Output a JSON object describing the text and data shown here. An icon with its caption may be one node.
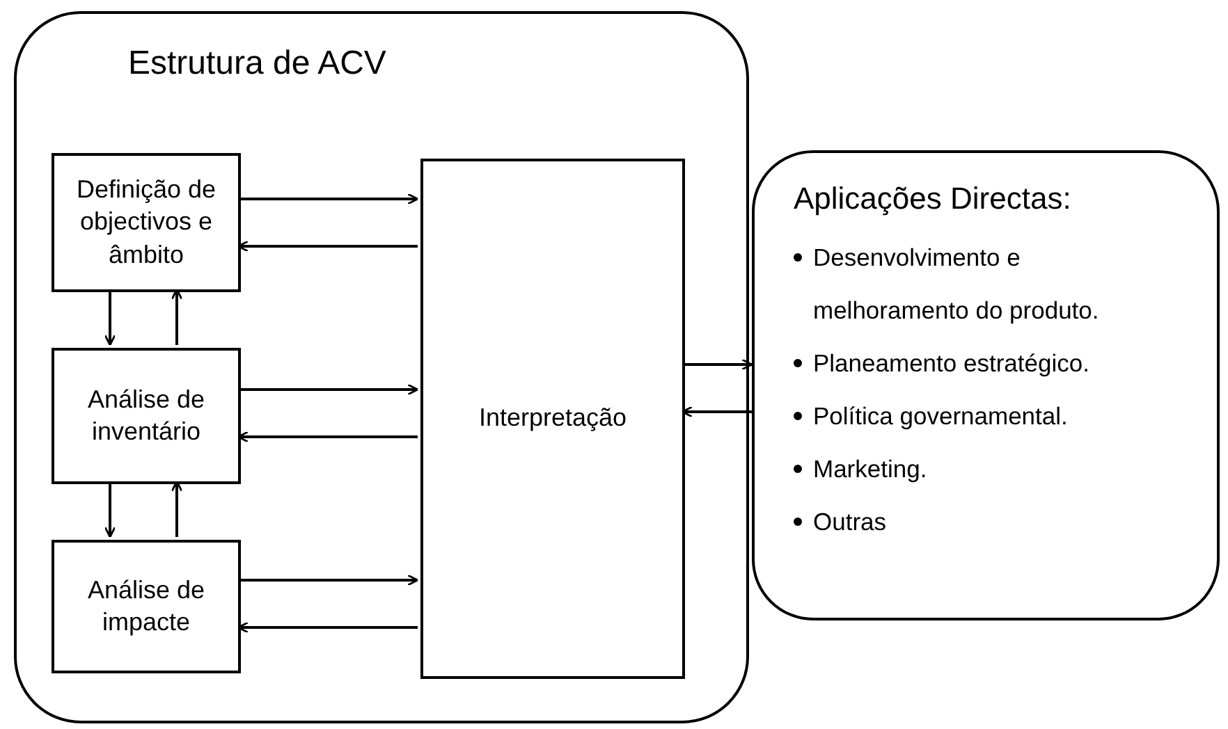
{
  "diagram": {
    "nodes": [
      {
        "text": [
          "Estrutura de ACV"
        ]
      },
      {
        "text": [
          "Definição de objectivos e âmbito"
        ],
        "in": 0
      },
      {
        "text": [
          "Análise de inventário"
        ],
        "in": 0
      },
      {
        "text": [
          "Análise de impacte"
        ],
        "in": 0
      },
      {
        "text": [
          "Interpretação"
        ],
        "in": 0
      },
      {
        "text": [
          "Aplicações Directas:",
          "Desenvolvimento e melhoramento do produto.",
          "Planeamento estratégico.",
          "Política governamental.",
          "Marketing.",
          "Outras"
        ]
      }
    ],
    "edges": [
      {
        "from": 1,
        "to": 4,
        "arrow": "to"
      },
      {
        "from": 4,
        "to": 1,
        "arrow": "to"
      },
      {
        "from": 1,
        "to": 2,
        "arrow": "to"
      },
      {
        "from": 2,
        "to": 1,
        "arrow": "to"
      },
      {
        "from": 2,
        "to": 4,
        "arrow": "to"
      },
      {
        "from": 4,
        "to": 2,
        "arrow": "to"
      },
      {
        "from": 2,
        "to": 3,
        "arrow": "to"
      },
      {
        "from": 3,
        "to": 2,
        "arrow": "to"
      },
      {
        "from": 3,
        "to": 4,
        "arrow": "to"
      },
      {
        "from": 4,
        "to": 3,
        "arrow": "to"
      },
      {
        "from": 4,
        "to": 5,
        "arrow": "to"
      },
      {
        "from": 5,
        "to": 4,
        "arrow": "to"
      }
    ]
  }
}
